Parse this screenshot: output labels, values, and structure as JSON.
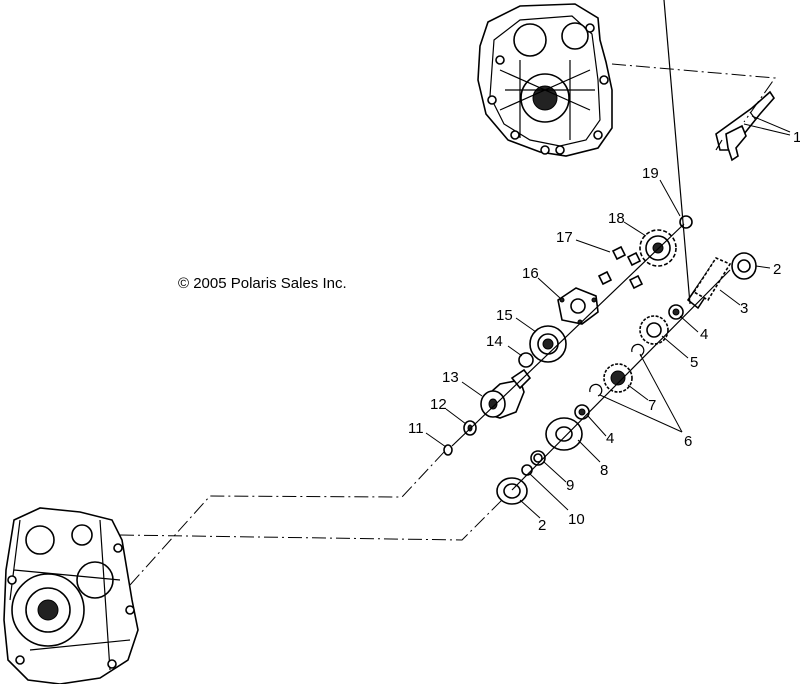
{
  "copyright": "© 2005 Polaris Sales Inc.",
  "callouts": [
    "1",
    "2",
    "3",
    "4",
    "5",
    "6",
    "7",
    "8",
    "9",
    "10",
    "11",
    "12",
    "13",
    "14",
    "15",
    "16",
    "17",
    "18",
    "19",
    "4",
    "2"
  ]
}
